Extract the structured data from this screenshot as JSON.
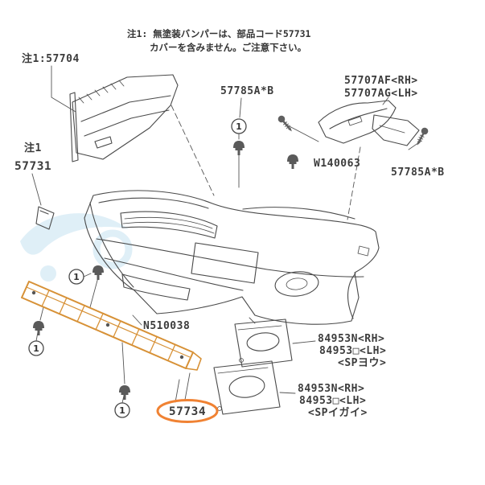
{
  "note": {
    "line1": "注1: 無塗装バンパーは、部品コード57731",
    "line2": "カバーを含みません。ご注意下さい。"
  },
  "labels": {
    "part_57704": "注1:57704",
    "note1_small": "注1",
    "part_57731": "57731",
    "part_57785a_upper": "57785A*B",
    "part_57707af": "57707AF<RH>",
    "part_57707ag": "57707AG<LH>",
    "part_w140063": "W140063",
    "part_57785a_right": "57785A*B",
    "part_n510038": "N510038",
    "fog_sp_rh": "84953N<RH>",
    "fog_sp_lh": "84953□<LH>",
    "fog_sp_note": "<SPヨウ>",
    "fog_nonsp_rh": "84953N<RH>",
    "fog_nonsp_lh": "84953□<LH>",
    "fog_nonsp_note": "<SPイガイ>",
    "part_57734": "57734"
  },
  "callouts": {
    "qty": "1"
  },
  "colors": {
    "diagram_line": "#4a4a4a",
    "label_text": "#3c3c3c",
    "highlight_part": "#d79136",
    "highlight_ring": "#f08233",
    "watermark": "#c5e2f2"
  }
}
